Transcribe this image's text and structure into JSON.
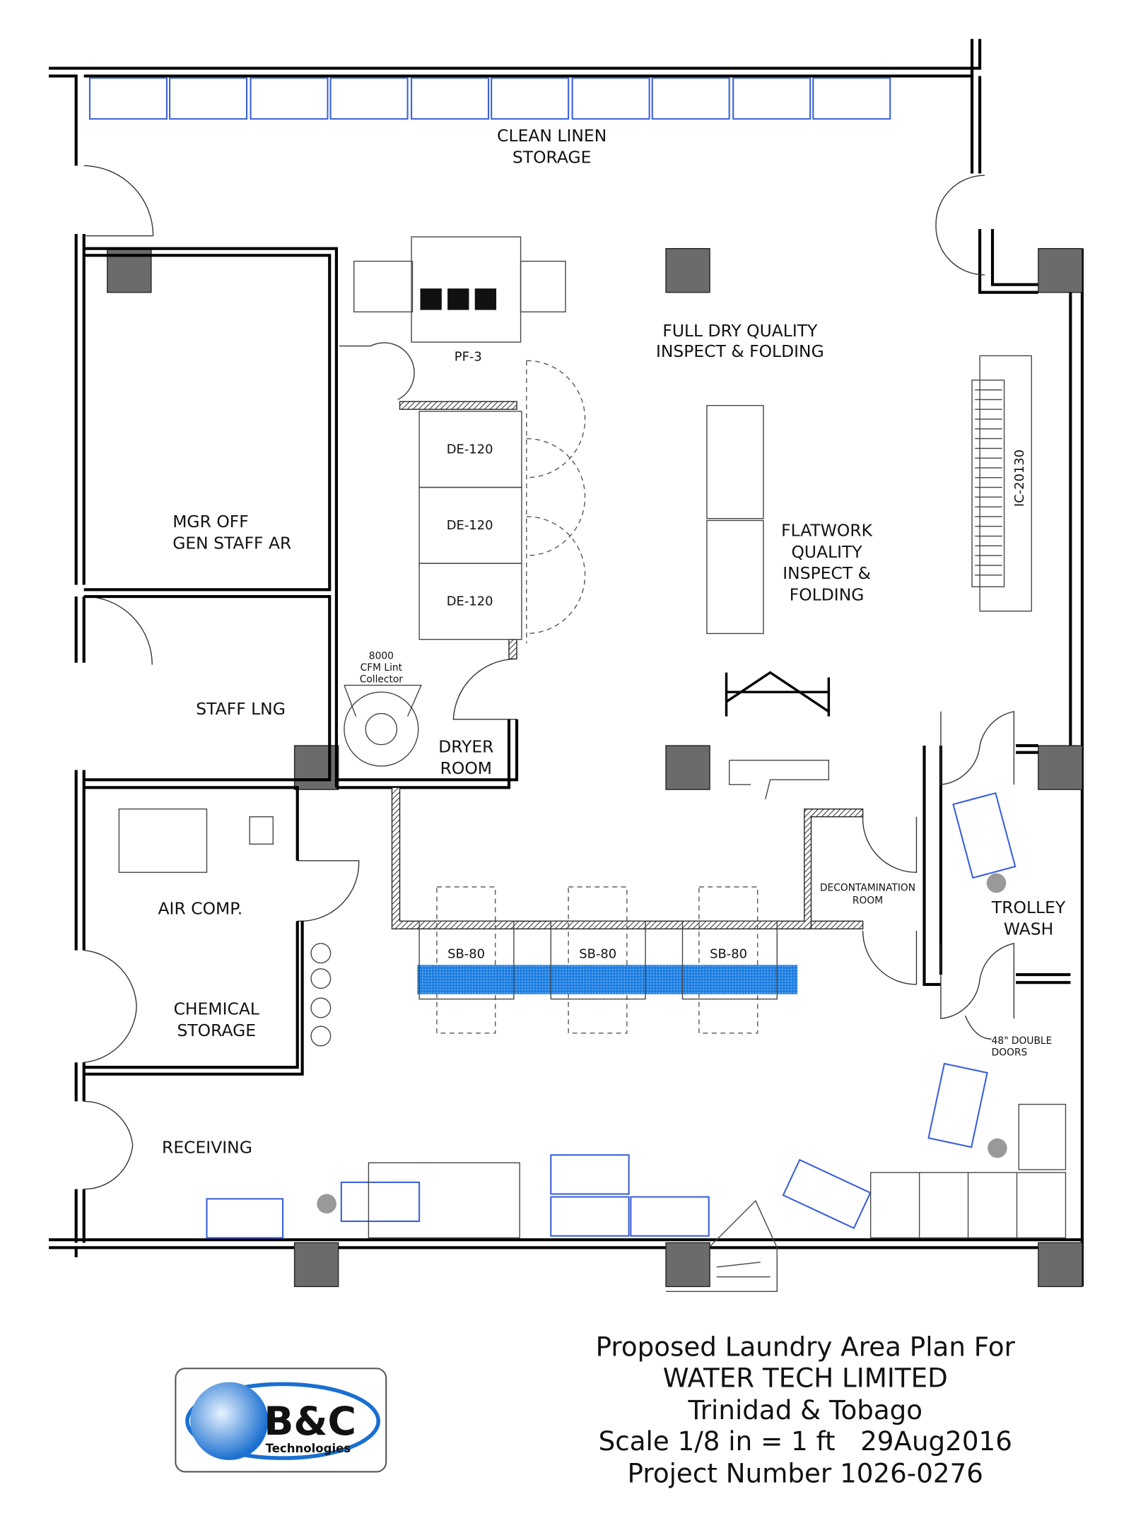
{
  "rooms": {
    "clean_linen": [
      "CLEAN LINEN",
      "STORAGE"
    ],
    "full_dry": [
      "FULL DRY QUALITY",
      "INSPECT & FOLDING"
    ],
    "mgr_off": [
      "MGR OFF",
      "GEN STAFF AR"
    ],
    "staff_lng": "STAFF LNG",
    "dryer_room": [
      "DRYER",
      "ROOM"
    ],
    "flatwork": [
      "FLATWORK",
      "QUALITY",
      "INSPECT &",
      "FOLDING"
    ],
    "air_comp": "AIR COMP.",
    "chemical": [
      "CHEMICAL",
      "STORAGE"
    ],
    "receiving": "RECEIVING",
    "decontamination": [
      "DECONTAMINATION",
      "ROOM"
    ],
    "trolley_wash": [
      "TROLLEY",
      "WASH"
    ]
  },
  "equipment": {
    "pf3": "PF-3",
    "dryers": [
      "DE-120",
      "DE-120",
      "DE-120"
    ],
    "lint_collector": [
      "8000",
      "CFM Lint",
      "Collector"
    ],
    "ironer": "IC-20130",
    "washers": [
      "SB-80",
      "SB-80",
      "SB-80"
    ],
    "double_doors": [
      "48\" DOUBLE",
      "DOORS"
    ]
  },
  "title_block": {
    "line1": "Proposed Laundry Area Plan For",
    "line2": "WATER TECH LIMITED",
    "line3": "Trinidad & Tobago",
    "line4": "Scale 1/8 in = 1 ft   29Aug2016",
    "line5": "Project Number 1026-0276"
  },
  "logo": {
    "name": "B&C",
    "sub": "Technologies"
  },
  "colors": {
    "equipment_blue": "#3a5fd9",
    "drain_blue": "#1e7fe0",
    "column_gray": "#6b6b6b"
  }
}
